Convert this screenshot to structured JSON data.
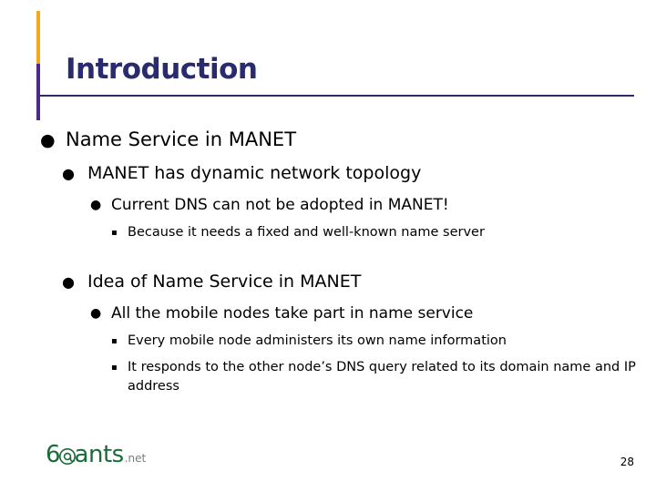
{
  "slide": {
    "title": "Introduction",
    "page_number": "28",
    "accent_orange": "#f4a81d",
    "accent_purple": "#4a2a8a",
    "title_color": "#2a2a6e",
    "bullets": [
      {
        "level": 1,
        "marker": "●",
        "text": "Name Service in MANET"
      },
      {
        "level": 2,
        "marker": "●",
        "text": "MANET has dynamic network topology"
      },
      {
        "level": 3,
        "marker": "●",
        "text": "Current DNS can not be adopted in MANET!"
      },
      {
        "level": 4,
        "marker": "▪",
        "text": "Because it needs a fixed and well-known name server"
      },
      {
        "level": 2,
        "marker": "●",
        "text": "Idea of Name Service in MANET"
      },
      {
        "level": 3,
        "marker": "●",
        "text": "All the mobile nodes take part in name service"
      },
      {
        "level": 4,
        "marker": "▪",
        "text": "Every mobile node administers its own name information"
      },
      {
        "level": 4,
        "marker": "▪",
        "text": "It responds to the other node’s DNS query related to its domain name and IP address"
      }
    ],
    "logo": {
      "text_6": "6",
      "icon": "at-sign-icon",
      "text_ants": "ants",
      "text_net": ".net"
    }
  }
}
